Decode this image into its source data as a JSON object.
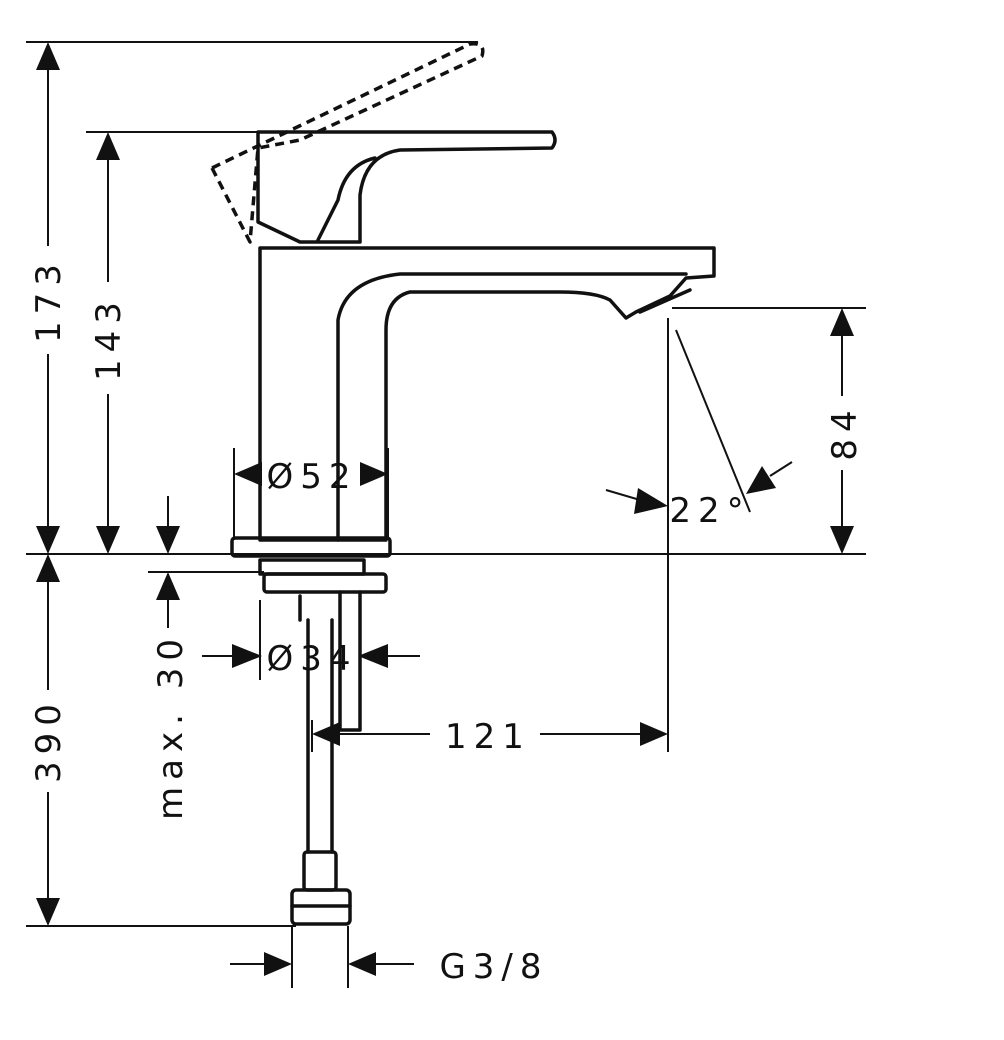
{
  "dimensions": {
    "height_lever_open": "173",
    "height_lever_closed": "143",
    "spout_height": "84",
    "angle": "22°",
    "body_diameter": "Ø52",
    "shank_diameter": "Ø34",
    "max_counter_thickness": "max. 30",
    "hose_length": "390",
    "projection": "121",
    "connection_thread": "G3/8"
  }
}
